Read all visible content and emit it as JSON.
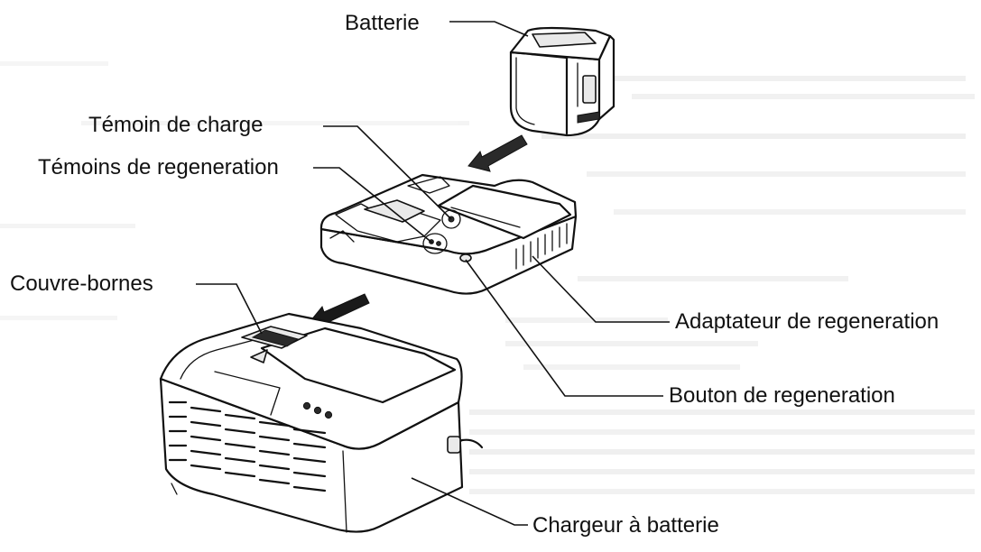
{
  "labels": {
    "battery": "Batterie",
    "charge_indicator": "Témoin de charge",
    "regeneration_indicators": "Témoins de regeneration",
    "terminal_cover": "Couvre-bornes",
    "regeneration_adapter": "Adaptateur de regeneration",
    "regeneration_button": "Bouton de regeneration",
    "battery_charger": "Chargeur à batterie"
  },
  "colors": {
    "ink": "#111111",
    "paper": "#ffffff"
  }
}
